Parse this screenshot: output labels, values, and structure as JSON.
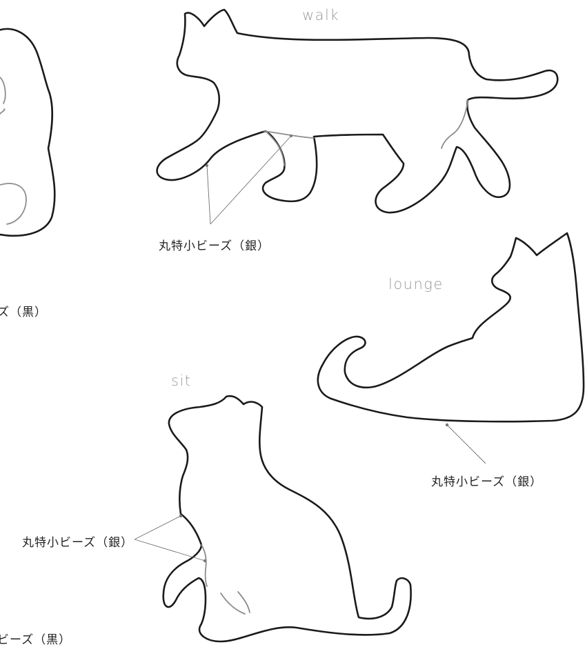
{
  "poses": {
    "walk": "walk",
    "lounge": "lounge",
    "sit": "sit"
  },
  "labels": {
    "walk_bead": "丸特小ビーズ（銀）",
    "lounge_bead": "丸特小ビーズ（銀）",
    "sit_bead": "丸特小ビーズ（銀）",
    "left_upper_partial": "ズ（黒）",
    "left_lower_partial": "ビーズ（黒）"
  },
  "colors": {
    "outline": "#1a1a1a",
    "inner_line": "#8c8c8c",
    "leader": "#6e6e6e",
    "pose_text": "#9a9a9a",
    "label_text": "#222222"
  }
}
